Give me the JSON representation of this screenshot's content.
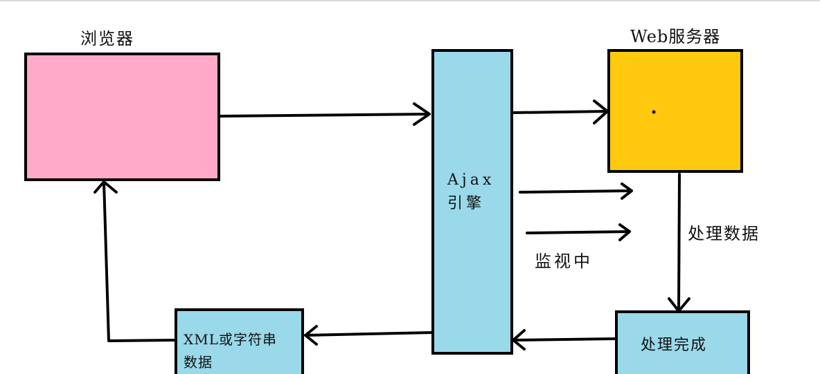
{
  "labels": {
    "browser": "浏览器",
    "web_server": "Web服务器",
    "ajax_engine_line1": "Ajax",
    "ajax_engine_line2": "引擎",
    "monitoring": "监视中",
    "processing_data": "处理数据",
    "processing_done": "处理完成",
    "xml_or_string_line1": "XML或字符串",
    "xml_or_string_line2": "数据"
  },
  "colors": {
    "browser_box": "#ffaac8",
    "ajax_box": "#99d9ea",
    "web_server_box": "#ffc90e",
    "processing_done_box": "#99d9ea",
    "xml_box": "#99d9ea",
    "stroke": "#000000"
  }
}
